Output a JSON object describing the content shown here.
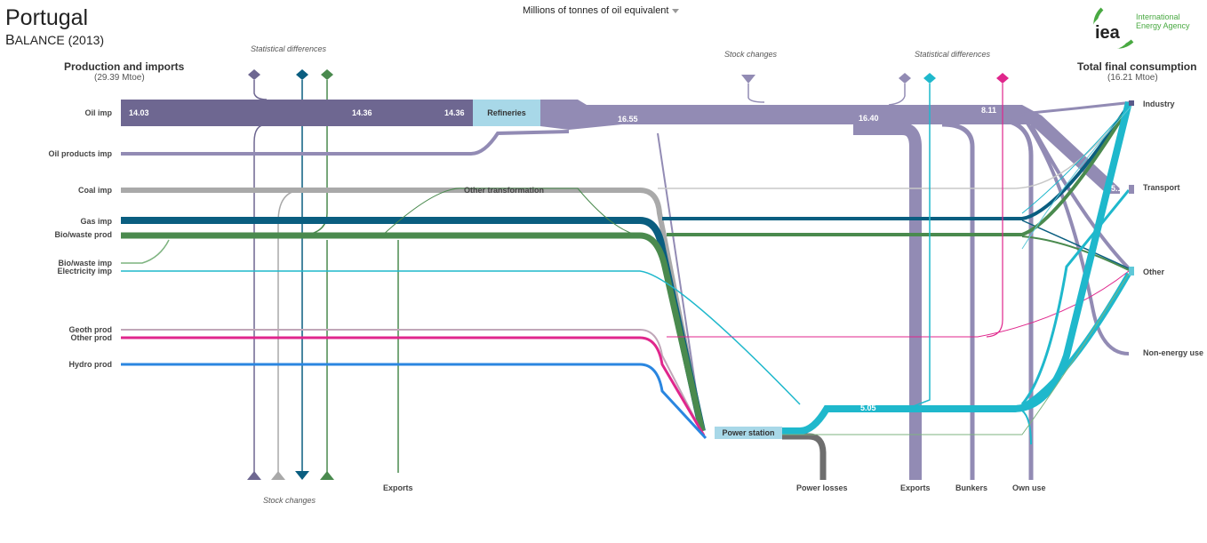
{
  "header": {
    "country": "Portugal",
    "balance_big": "B",
    "balance_rest": "ALANCE (2013)",
    "unit": "Millions of tonnes of oil equivalent"
  },
  "logo": {
    "text_line1": "International",
    "text_line2": "Energy Agency",
    "mark": "iea",
    "color": "#49a942"
  },
  "left": {
    "title": "Production and imports",
    "total": "(29.39 Mtoe)"
  },
  "right": {
    "title": "Total final consumption",
    "total": "(16.21 Mtoe)"
  },
  "sources": [
    "Oil imp",
    "Oil products imp",
    "Coal imp",
    "Gas imp",
    "Bio/waste prod",
    "Bio/waste imp",
    "Electricity imp",
    "Geoth prod",
    "Other prod",
    "Hydro prod"
  ],
  "sinks": [
    "Industry",
    "Transport",
    "Other",
    "Non-energy use"
  ],
  "nodes": {
    "refineries": "Refineries",
    "other_transformation": "Other transformation",
    "power_station": "Power station"
  },
  "outputs": [
    "Exports",
    "Power losses",
    "Exports",
    "Bunkers",
    "Own use"
  ],
  "annotations": {
    "stat_diff_left": "Statistical differences",
    "stat_diff_right": "Statistical differences",
    "stock_changes_top": "Stock  changes",
    "stock_changes_bottom": "Stock changes"
  },
  "values": {
    "oil_imp": "14.03",
    "refinery_in_a": "14.36",
    "refinery_in_b": "14.36",
    "refinery_out": "16.55",
    "oil_to_exports": "16.40",
    "oil_to_transport": "8.11",
    "transport_in": "5.10",
    "electricity_out": "5.05"
  },
  "colors": {
    "oil": "#6e6791",
    "oil_products": "#928bb4",
    "refineries": "#a8d8e8",
    "coal": "#a9a9a9",
    "gas": "#0a5e80",
    "bio": "#4a8a4e",
    "electricity": "#1fb8cc",
    "geoth": "#c0a6b8",
    "other": "#e0268c",
    "hydro": "#2a86e0",
    "loss": "#6e6e6e"
  }
}
